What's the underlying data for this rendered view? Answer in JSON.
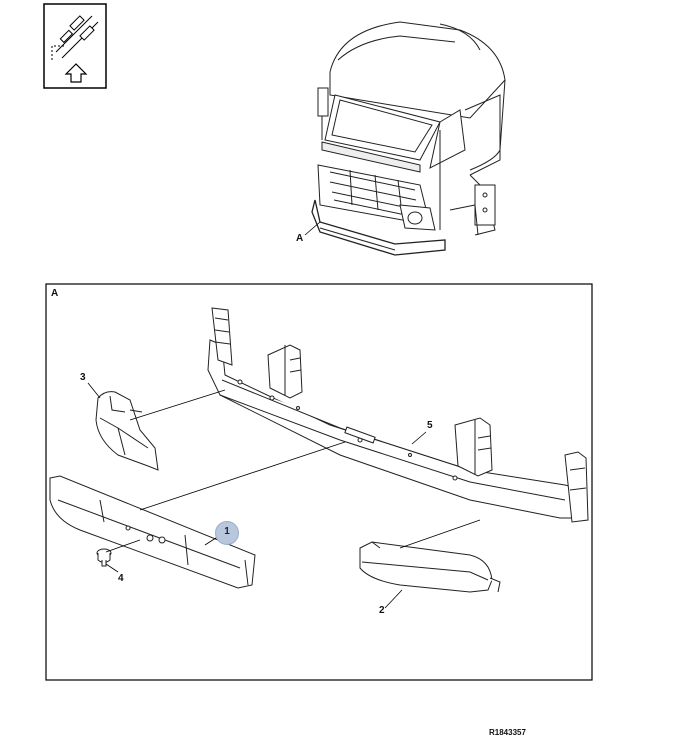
{
  "labels": {
    "view_a_top": "A",
    "view_a_frame": "A",
    "part_1": "1",
    "part_2": "2",
    "part_3": "3",
    "part_4": "4",
    "part_5": "5"
  },
  "reference": "R1843357",
  "highlight_color": "#b9c7dc",
  "icon": "removal-installation-icon"
}
